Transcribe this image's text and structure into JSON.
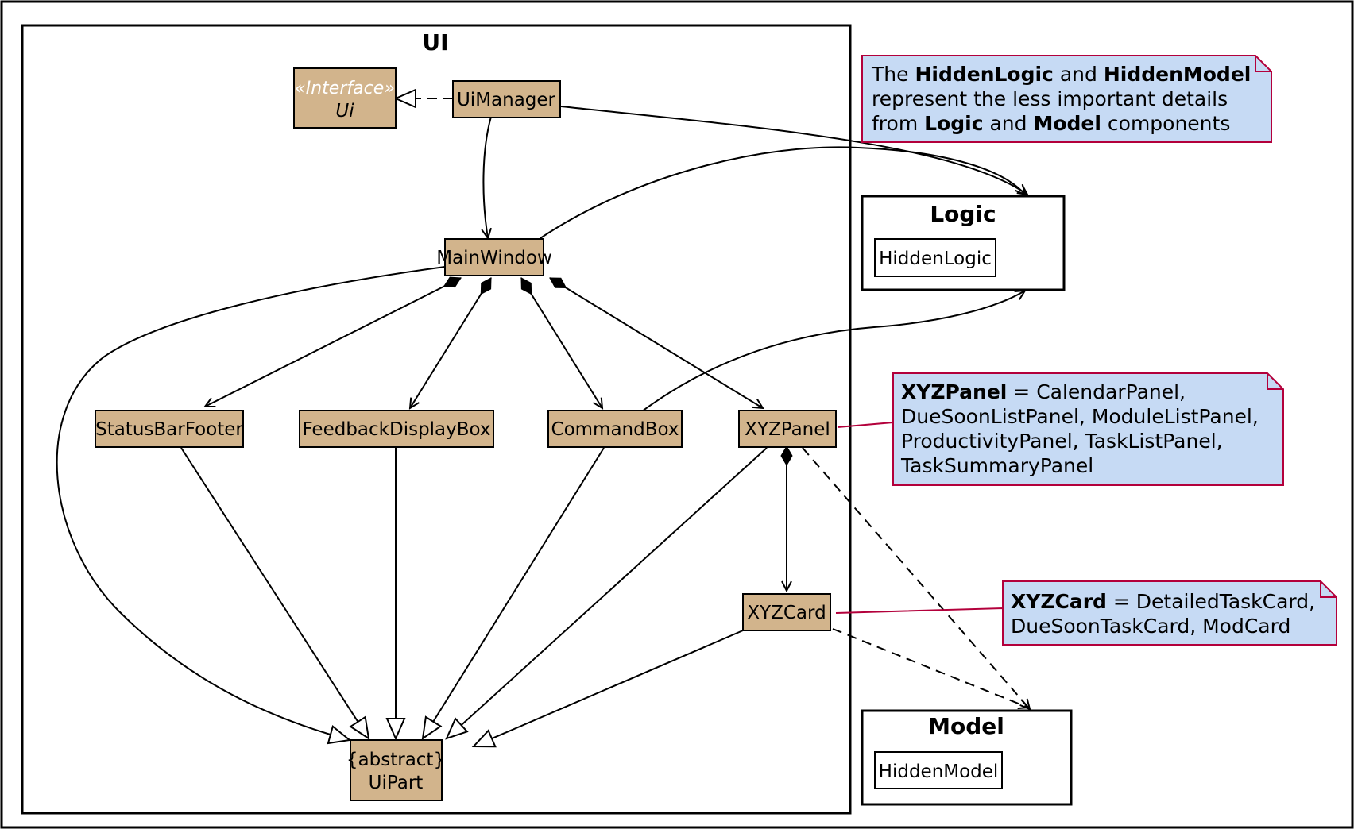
{
  "ui_package": {
    "title": "UI"
  },
  "classes": {
    "ui_interface": {
      "stereotype": "«Interface»",
      "name": "Ui"
    },
    "uimanager": "UiManager",
    "mainwindow": "MainWindow",
    "statusbarfooter": "StatusBarFooter",
    "feedbackdisplaybox": "FeedbackDisplayBox",
    "commandbox": "CommandBox",
    "xyzpanel": "XYZPanel",
    "xyzcard": "XYZCard",
    "uipart": {
      "modifier": "{abstract}",
      "name": "UiPart"
    }
  },
  "logic_package": {
    "title": "Logic",
    "inner": "HiddenLogic"
  },
  "model_package": {
    "title": "Model",
    "inner": "HiddenModel"
  },
  "notes": {
    "hidden": {
      "line1": {
        "pre": "The ",
        "b1": "HiddenLogic",
        "mid": " and ",
        "b2": "HiddenModel"
      },
      "line2": "represent the less important details",
      "line3": {
        "pre": "from ",
        "b1": "Logic",
        "mid": " and ",
        "b2": "Model",
        "post": " components"
      }
    },
    "xyzpanel": {
      "line1": {
        "bold": "XYZPanel",
        "rest": " = CalendarPanel,"
      },
      "line2": "DueSoonListPanel, ModuleListPanel,",
      "line3": "ProductivityPanel, TaskListPanel,",
      "line4": "TaskSummaryPanel"
    },
    "xyzcard": {
      "line1": {
        "bold": "XYZCard",
        "rest": " = DetailedTaskCard,"
      },
      "line2": "DueSoonTaskCard, ModCard"
    }
  },
  "colors": {
    "class_fill": "#d2b48c",
    "note_fill": "#c6daf4",
    "note_border": "#b3003b"
  }
}
